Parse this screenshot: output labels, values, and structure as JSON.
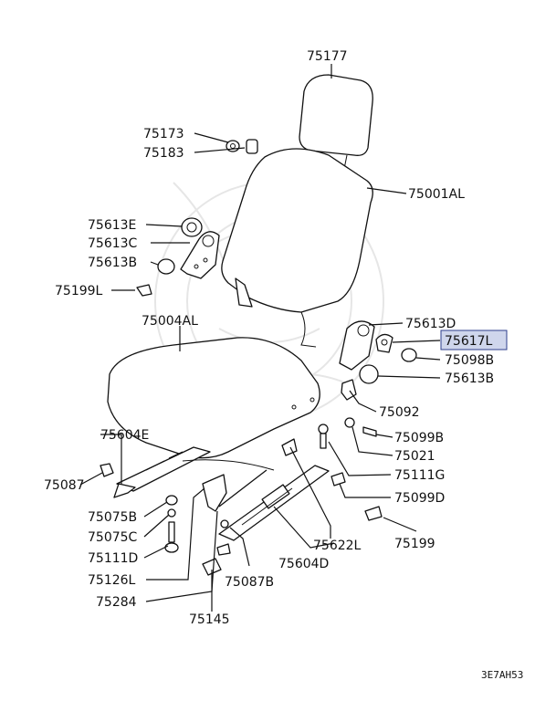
{
  "labels": {
    "l75177": "75177",
    "l75173": "75173",
    "l75183": "75183",
    "l75001AL": "75001AL",
    "l75613E": "75613E",
    "l75613C": "75613C",
    "l75613B_top": "75613B",
    "l75199L": "75199L",
    "l75004AL": "75004AL",
    "l75613D": "75613D",
    "l75617L": "75617L",
    "l75098B": "75098B",
    "l75613B_right": "75613B",
    "l75092": "75092",
    "l75604E": "75604E",
    "l75099B": "75099B",
    "l75021": "75021",
    "l75087": "75087",
    "l75111G": "75111G",
    "l75099D": "75099D",
    "l75075B": "75075B",
    "l75075C": "75075C",
    "l75111D": "75111D",
    "l75622L": "75622L",
    "l75199": "75199",
    "l75604D": "75604D",
    "l75126L": "75126L",
    "l75087B": "75087B",
    "l75284": "75284",
    "l75145": "75145"
  },
  "highlighted_part": "75617L",
  "diagram_code": "3E7AH53",
  "colors": {
    "highlight_fill": "#cfd6ec",
    "highlight_border": "#2c3f8c",
    "line": "#111111"
  }
}
